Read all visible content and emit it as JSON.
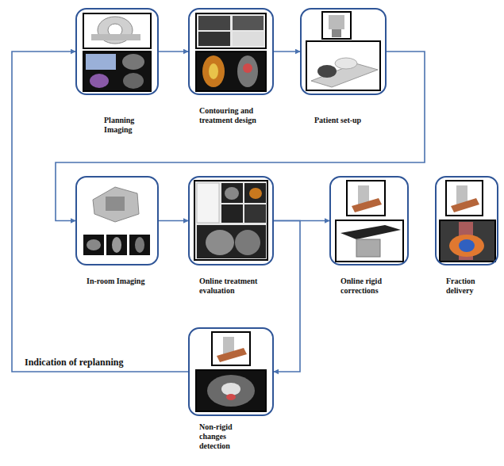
{
  "diagram": {
    "nodes": [
      {
        "text": [
          "Planning Imaging"
        ]
      },
      {
        "text": [
          "Contouring and treatment design"
        ]
      },
      {
        "text": [
          "Patient set-up"
        ]
      },
      {
        "text": [
          "In-room Imaging"
        ]
      },
      {
        "text": [
          "Online treatment evaluation"
        ]
      },
      {
        "text": [
          "Online rigid corrections"
        ]
      },
      {
        "text": [
          "Fraction delivery"
        ]
      },
      {
        "text": [
          "Non-rigid changes detection"
        ]
      }
    ],
    "edges": [
      {
        "from": 0,
        "to": 1,
        "arrow": "to"
      },
      {
        "from": 1,
        "to": 2,
        "arrow": "to"
      },
      {
        "from": 2,
        "to": 3,
        "arrow": "to"
      },
      {
        "from": 3,
        "to": 4,
        "arrow": "to"
      },
      {
        "from": 4,
        "to": 5,
        "arrow": "to"
      },
      {
        "from": 4,
        "to": 7,
        "arrow": "to"
      },
      {
        "from": 7,
        "to": 0,
        "label": "Indication of replanning",
        "arrow": "to"
      }
    ]
  }
}
